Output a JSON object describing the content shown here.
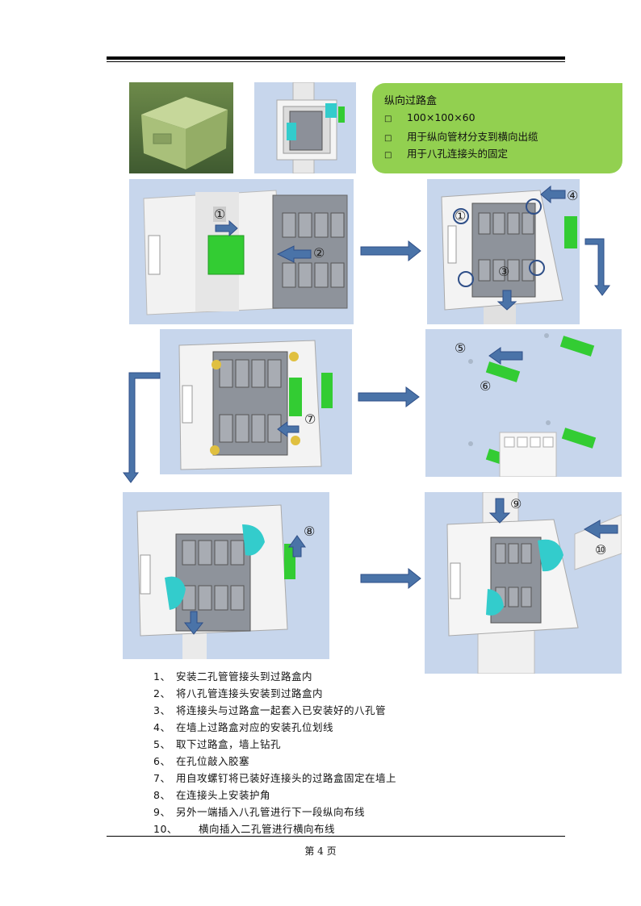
{
  "infobox": {
    "title": "纵向过路盒",
    "bullet_icon": "square-bullet-icon",
    "items": [
      "100×100×60",
      "用于纵向管材分支到横向出缆",
      "用于八孔连接头的固定"
    ]
  },
  "markers": [
    "①",
    "②",
    "③",
    "④",
    "⑤",
    "⑥",
    "⑦",
    "⑧",
    "⑨",
    "⑩"
  ],
  "steps": [
    {
      "num": "1、",
      "text": "安装二孔管管接头到过路盒内"
    },
    {
      "num": "2、",
      "text": "将八孔管连接头安装到过路盒内"
    },
    {
      "num": "3、",
      "text": "将连接头与过路盒一起套入已安装好的八孔管"
    },
    {
      "num": "4、",
      "text": "在墙上过路盒对应的安装孔位划线"
    },
    {
      "num": "5、",
      "text": "取下过路盒，墙上钻孔"
    },
    {
      "num": "6、",
      "text": "在孔位敲入胶塞"
    },
    {
      "num": "7、",
      "text": "用自攻螺钉将已装好连接头的过路盒固定在墙上"
    },
    {
      "num": "8、",
      "text": "在连接头上安装护角"
    },
    {
      "num": "9、",
      "text": "另外一端插入八孔管进行下一段纵向布线"
    },
    {
      "num": "10、",
      "text": "横向插入二孔管进行横向布线"
    }
  ],
  "footer": {
    "page_label": "第 4 页"
  },
  "colors": {
    "arrow": "#4a73a8",
    "accent_green": "#92d050",
    "part_green": "#33cc33",
    "part_cyan": "#33cccc"
  }
}
